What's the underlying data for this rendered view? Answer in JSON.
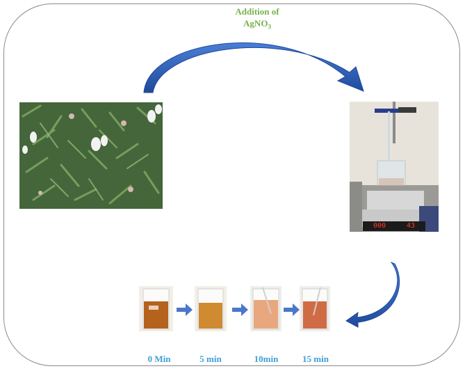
{
  "step": {
    "line1": "Addition of",
    "reagent": "AgNO",
    "reagent_subscript": "3"
  },
  "time_labels": [
    "0 Min",
    "5 min",
    "10min",
    "15 min"
  ],
  "colors": {
    "frame": "#8a8a8a",
    "arrow": "#2f5fb8",
    "step_label": "#77b24a",
    "time_label": "#3ea0d6"
  },
  "beaker_liquid_colors": [
    "#b5621c",
    "#cf8a32",
    "#e9a77e",
    "#cf6b45"
  ],
  "stirrer_display": {
    "left": "000",
    "right": "43"
  },
  "icons": [
    "curved-arrow-icon",
    "right-arrow-icon"
  ]
}
